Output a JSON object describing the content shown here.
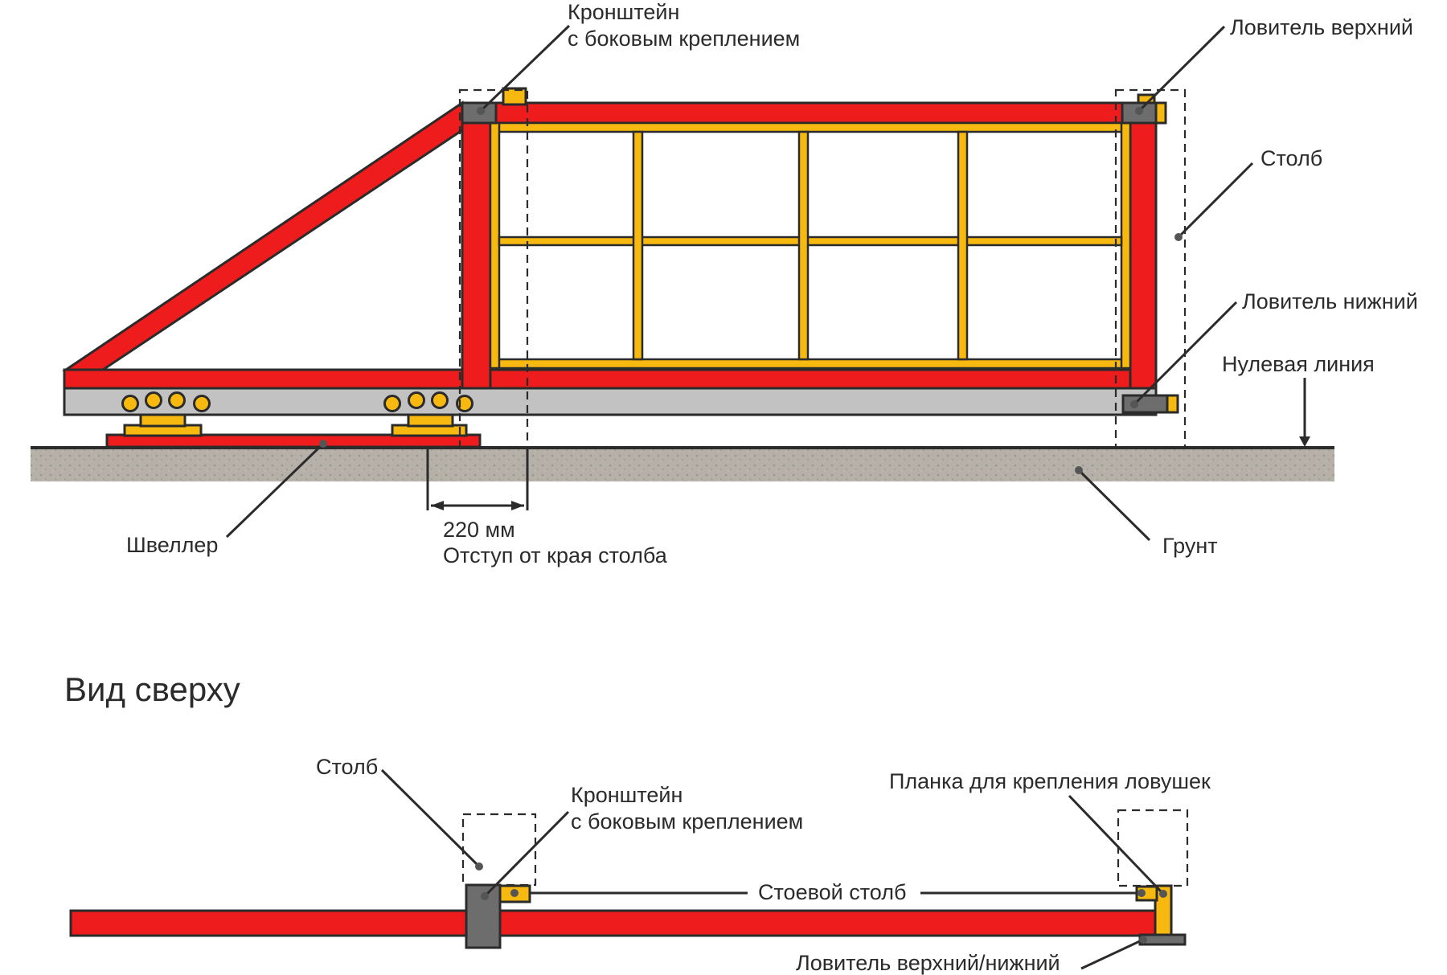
{
  "colors": {
    "frame": "#ee1c1c",
    "inner_frame": "#f7b90f",
    "beam": "#c2c2c2",
    "bracket": "#6d6d6d",
    "ground": "#b5b0a8"
  },
  "side_view": {
    "labels": {
      "bracket_line1": "Кронштейн",
      "bracket_line2": "с боковым креплением",
      "upper_catcher": "Ловитель верхний",
      "post": "Столб",
      "lower_catcher": "Ловитель нижний",
      "zero_line": "Нулевая линия",
      "channel": "Швеллер",
      "dimension_value": "220 мм",
      "dimension_caption": "Отступ от края столба",
      "ground": "Грунт"
    }
  },
  "top_view": {
    "title": "Вид сверху",
    "labels": {
      "post": "Столб",
      "bracket_line1": "Кронштейн",
      "bracket_line2": "с боковым креплением",
      "catcher_plate": "Планка для крепления ловушек",
      "standing_post": "Стоевой столб",
      "catcher_upper_lower": "Ловитель верхний/нижний"
    }
  }
}
